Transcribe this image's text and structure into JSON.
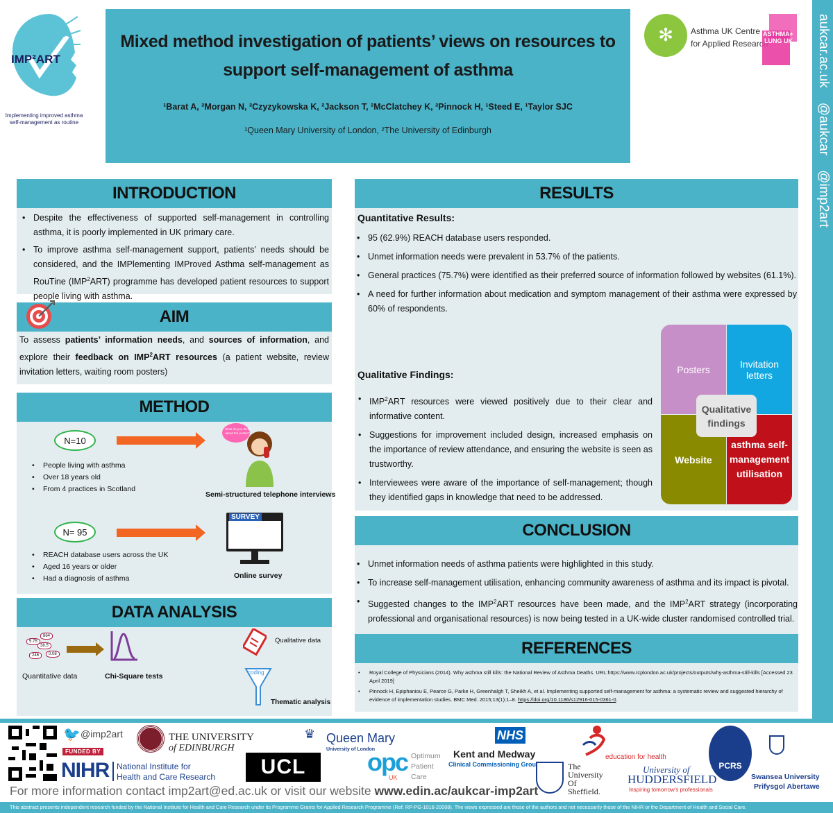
{
  "header": {
    "title_line1": "Mixed method investigation of patients’ views on resources to",
    "title_line2": "support self-management of asthma",
    "authors": "¹Barat A, ²Morgan N, ²Czyzykowska K, ²Jackson T, ²McClatchey K, ²Pinnock H, ¹Steed E, ¹Taylor SJC",
    "affiliations": "¹Queen Mary University of London, ²The University of Edinburgh"
  },
  "logo_left": {
    "name": "IMP²ART",
    "tagline_line1": "Implementing improved asthma",
    "tagline_line2": "self-management as routine"
  },
  "logo_right": {
    "centre_line1": "Asthma UK Centre",
    "centre_line2": "for Applied Research",
    "badge_line1": "ASTHMA+",
    "badge_line2": "LUNG UK"
  },
  "side_bar": {
    "text": "aukcar.ac.uk    @aukcar    @imp2art"
  },
  "introduction": {
    "heading": "INTRODUCTION",
    "bullets": [
      "Despite the effectiveness of supported self-management in controlling asthma, it is poorly implemented in UK primary care.",
      "To improve asthma self-management support, patients’ needs should be considered, and the IMPlementing IMProved Asthma self-management as RouTine (IMP²ART) programme has developed patient resources to support people living with asthma."
    ]
  },
  "aim": {
    "heading": "AIM",
    "p1": "To assess ",
    "b1": "patients’ information needs",
    "p2": ", and ",
    "b2": "sources of information",
    "p3": ", and explore their ",
    "b3": "feedback on IMP²ART resources",
    "p4": " (a patient website, review invitation letters, waiting room posters)"
  },
  "method": {
    "heading": "METHOD",
    "group1_n": "N=10",
    "group1_bullets": [
      "People living with asthma",
      "Over 18 years old",
      "From 4 practices in Scotland"
    ],
    "group1_caption": "Semi-structured telephone interviews",
    "bubble_text": "What do you think about the poster?",
    "group2_n": "N= 95",
    "group2_bullets": [
      "REACH database users across the UK",
      "Aged 16 years or older",
      "Had a diagnosis of asthma"
    ],
    "survey_label": "SURVEY",
    "group2_caption": "Online survey"
  },
  "data_analysis": {
    "heading": "DATA ANALYSIS",
    "quant_label": "Quantitative data",
    "chi_label": "Chi-Square tests",
    "qual_label": "Qualitative data",
    "coding_label": "coding",
    "thematic_label": "Thematic analysis",
    "stones": [
      "5.75",
      "864",
      "38.5",
      "246",
      "0.08"
    ]
  },
  "results": {
    "heading": "RESULTS",
    "quant_heading": "Quantitative Results:",
    "quant_bullets": [
      "95 (62.9%) REACH database users responded.",
      "Unmet information needs were prevalent in 53.7% of the patients.",
      "General practices (75.7%) were identified as their preferred source of information followed by websites (61.1%).",
      "A need for further information about medication and symptom management of their asthma were expressed by 60% of respondents."
    ],
    "qual_heading": "Qualitative Findings:",
    "qual_bullets": [
      "IMP²ART resources were viewed positively due to their clear and informative content.",
      "Suggestions for improvement included design, increased emphasis on the importance of review attendance, and ensuring the website is seen as trustworthy.",
      "Interviewees were aware of the importance of self-management; though they identified gaps in knowledge that need to be addressed."
    ],
    "quad": {
      "posters": "Posters",
      "letters": "Invitation letters",
      "website": "Website",
      "utilisation": "asthma self-management utilisation",
      "center": "Qualitative findings"
    }
  },
  "conclusion": {
    "heading": "CONCLUSION",
    "bullets": [
      "Unmet information needs of asthma patients were highlighted in this study.",
      "To increase self-management utilisation, enhancing community awareness of asthma and its impact is pivotal.",
      "Suggested changes to the IMP²ART resources have been made, and the IMP²ART strategy (incorporating professional and organisational resources) is now being tested in a UK-wide cluster randomised controlled trial."
    ]
  },
  "references": {
    "heading": "REFERENCES",
    "items": [
      "Royal College of Physicians (2014). Why asthma still kills: the National Review of Asthma Deaths. URL:https://www.rcplondon.ac.uk/projects/outputs/why-asthma-still-kills [Accessed 23 April 2019]",
      "Pinnock H, Epiphaniou E, Pearce G, Parke H, Greenhalgh T, Sheikh A, et al. Implementing supported self-management for asthma: a systematic review and suggested hierarchy of evidence of implementation studies. BMC Med. 2015;13(1):1–8. https://doi.org/10.1186/s12916-015-0361-0."
    ]
  },
  "footer": {
    "twitter": "@imp2art",
    "funded_by": "FUNDED BY",
    "nihr": "NIHR",
    "nihr_line1": "National Institute for",
    "nihr_line2": "Health and Care Research",
    "edinburgh_line1": "THE UNIVERSITY",
    "edinburgh_line2": "of EDINBURGH",
    "ucl": "UCL",
    "qm_line1": "Queen Mary",
    "qm_line2": "University of London",
    "opc": "opc",
    "opc_uk": "UK",
    "opc_line1": "Optimum",
    "opc_line2": "Patient",
    "opc_line3": "Care",
    "nhs": "NHS",
    "km_line1": "Kent and Medway",
    "km_line2": "Clinical Commissioning Group",
    "sheffield_line1": "The",
    "sheffield_line2": "University",
    "sheffield_line3": "Of",
    "sheffield_line4": "Sheffield.",
    "efh": "education for health",
    "hud_line1": "University of",
    "hud_line2": "HUDDERSFIELD",
    "hud_line3": "Inspiring tomorrow's professionals",
    "pcrs": "PCRS",
    "swansea_line1": "Swansea University",
    "swansea_line2": "Prifysgol Abertawe",
    "contact_prefix": "For more information contact imp2art@ed.ac.uk or visit our website ",
    "contact_url": "www.edin.ac/aukcar-imp2art",
    "disclaimer": "This abstract presents independent research funded by the National Institute for Health and Care Research under its Programme Grants for Applied Research Programme (Ref: RP-PG-1016-20008). The views expressed are those of the authors and not necessarily those of the NIHR or the Department of Health and Social Care."
  },
  "colors": {
    "teal": "#4bb3c8",
    "panel": "#e3edef",
    "orange": "#f26522",
    "green_oval": "#2db34a",
    "posters": "#c78fc8",
    "letters": "#12a7e0",
    "website": "#8a8a00",
    "utilisation": "#c0101a"
  }
}
